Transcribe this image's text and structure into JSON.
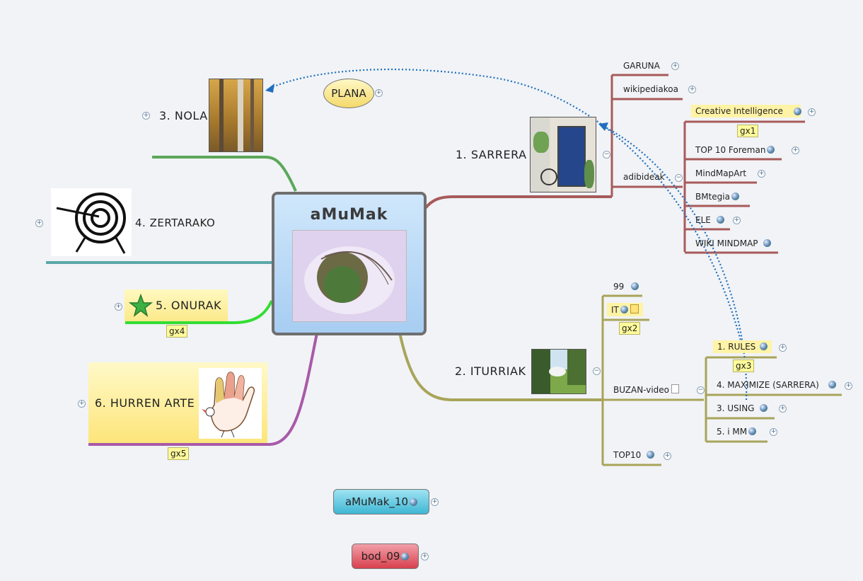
{
  "colors": {
    "background": "#f1f3f6",
    "sarrera": "#a85a5a",
    "iturriak": "#a8a45a",
    "nola": "#5aa85a",
    "zertarako": "#5aa8a8",
    "onurak": "#33dd33",
    "hurren": "#a85aa8",
    "relationship": "#1f6fbf"
  },
  "central": {
    "title": "aMuMak"
  },
  "floating": {
    "plana": "PLANA",
    "amumak10": "aMuMak_10",
    "bod09": "bod_09"
  },
  "branches": {
    "sarrera": {
      "label": "1. SARRERA",
      "children": {
        "garuna": "GARUNA",
        "wikipediakoa": "wikipediakoa",
        "adibideak": {
          "label": "adibideak",
          "items": [
            {
              "label": "Creative Intelligence",
              "tag": "gx1"
            },
            {
              "label": "TOP 10 Foreman"
            },
            {
              "label": "MindMapArt"
            },
            {
              "label": "BMtegia"
            },
            {
              "label": "ELE"
            },
            {
              "label": "WIKI MINDMAP"
            }
          ]
        }
      }
    },
    "iturriak": {
      "label": "2. ITURRIAK",
      "children": {
        "n99": "99",
        "it": {
          "label": "IT",
          "tag": "gx2"
        },
        "buzan": {
          "label": "BUZAN-video",
          "items": [
            {
              "label": "1. RULES",
              "tag": "gx3"
            },
            {
              "label": "4. MAXIMIZE (SARRERA)"
            },
            {
              "label": "3. USING"
            },
            {
              "label": "5. i MM"
            }
          ]
        },
        "top10": "TOP10"
      }
    },
    "nola": {
      "label": "3. NOLA"
    },
    "zertarako": {
      "label": "4. ZERTARAKO"
    },
    "onurak": {
      "label": "5. ONURAK",
      "tag": "gx4"
    },
    "hurren": {
      "label": "6. HURREN ARTE",
      "tag": "gx5"
    }
  }
}
